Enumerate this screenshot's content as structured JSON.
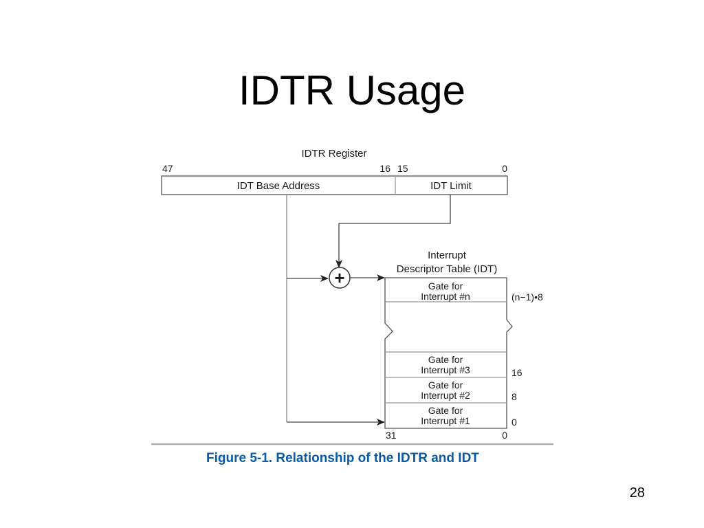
{
  "slide": {
    "title": "IDTR Usage",
    "page_number": "28"
  },
  "figure": {
    "caption": "Figure 5-1.  Relationship of the IDTR and IDT",
    "caption_color": "#0a5aa8",
    "register": {
      "title": "IDTR Register",
      "bit_47": "47",
      "bit_16": "16",
      "bit_15": "15",
      "bit_0": "0",
      "base_field": "IDT Base Address",
      "limit_field": "IDT Limit"
    },
    "adder_symbol": "+",
    "idt": {
      "title_line1": "Interrupt",
      "title_line2": "Descriptor Table (IDT)",
      "entries": [
        {
          "line1": "Gate for",
          "line2": "Interrupt #n",
          "offset": "(n−1)•8"
        },
        {
          "line1": "Gate for",
          "line2": "Interrupt #3",
          "offset": "16"
        },
        {
          "line1": "Gate for",
          "line2": "Interrupt #2",
          "offset": "8"
        },
        {
          "line1": "Gate for",
          "line2": "Interrupt #1",
          "offset": "0"
        }
      ],
      "bit_31": "31",
      "bit_0": "0"
    }
  }
}
